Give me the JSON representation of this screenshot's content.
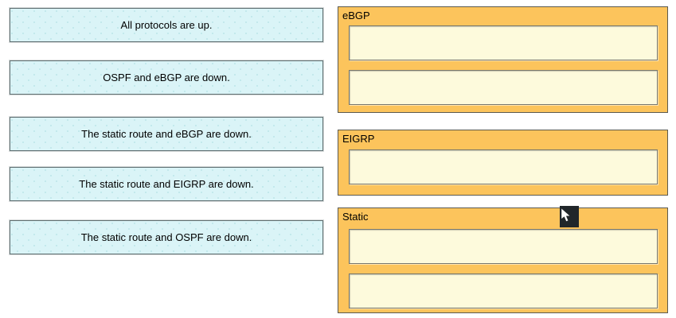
{
  "question": {
    "options": [
      {
        "label": "All protocols are up."
      },
      {
        "label": "OSPF and eBGP are down."
      },
      {
        "label": "The static route and eBGP are down."
      },
      {
        "label": "The static route and EIGRP are down."
      },
      {
        "label": "The static route and OSPF are down."
      }
    ],
    "targets": [
      {
        "label": "eBGP",
        "slot_count": 2
      },
      {
        "label": "EIGRP",
        "slot_count": 1
      },
      {
        "label": "Static",
        "slot_count": 2
      }
    ]
  },
  "cursor": {
    "icon": "arrow-cursor"
  },
  "colors": {
    "option-bg": "#daf4f7",
    "option-border": "#5f6f71",
    "panel-bg": "#fcc45c",
    "panel-border": "#5a5a50",
    "slot-bg": "#fdfadc",
    "slot-border": "#77776d",
    "cursor-bg": "#20262a"
  }
}
